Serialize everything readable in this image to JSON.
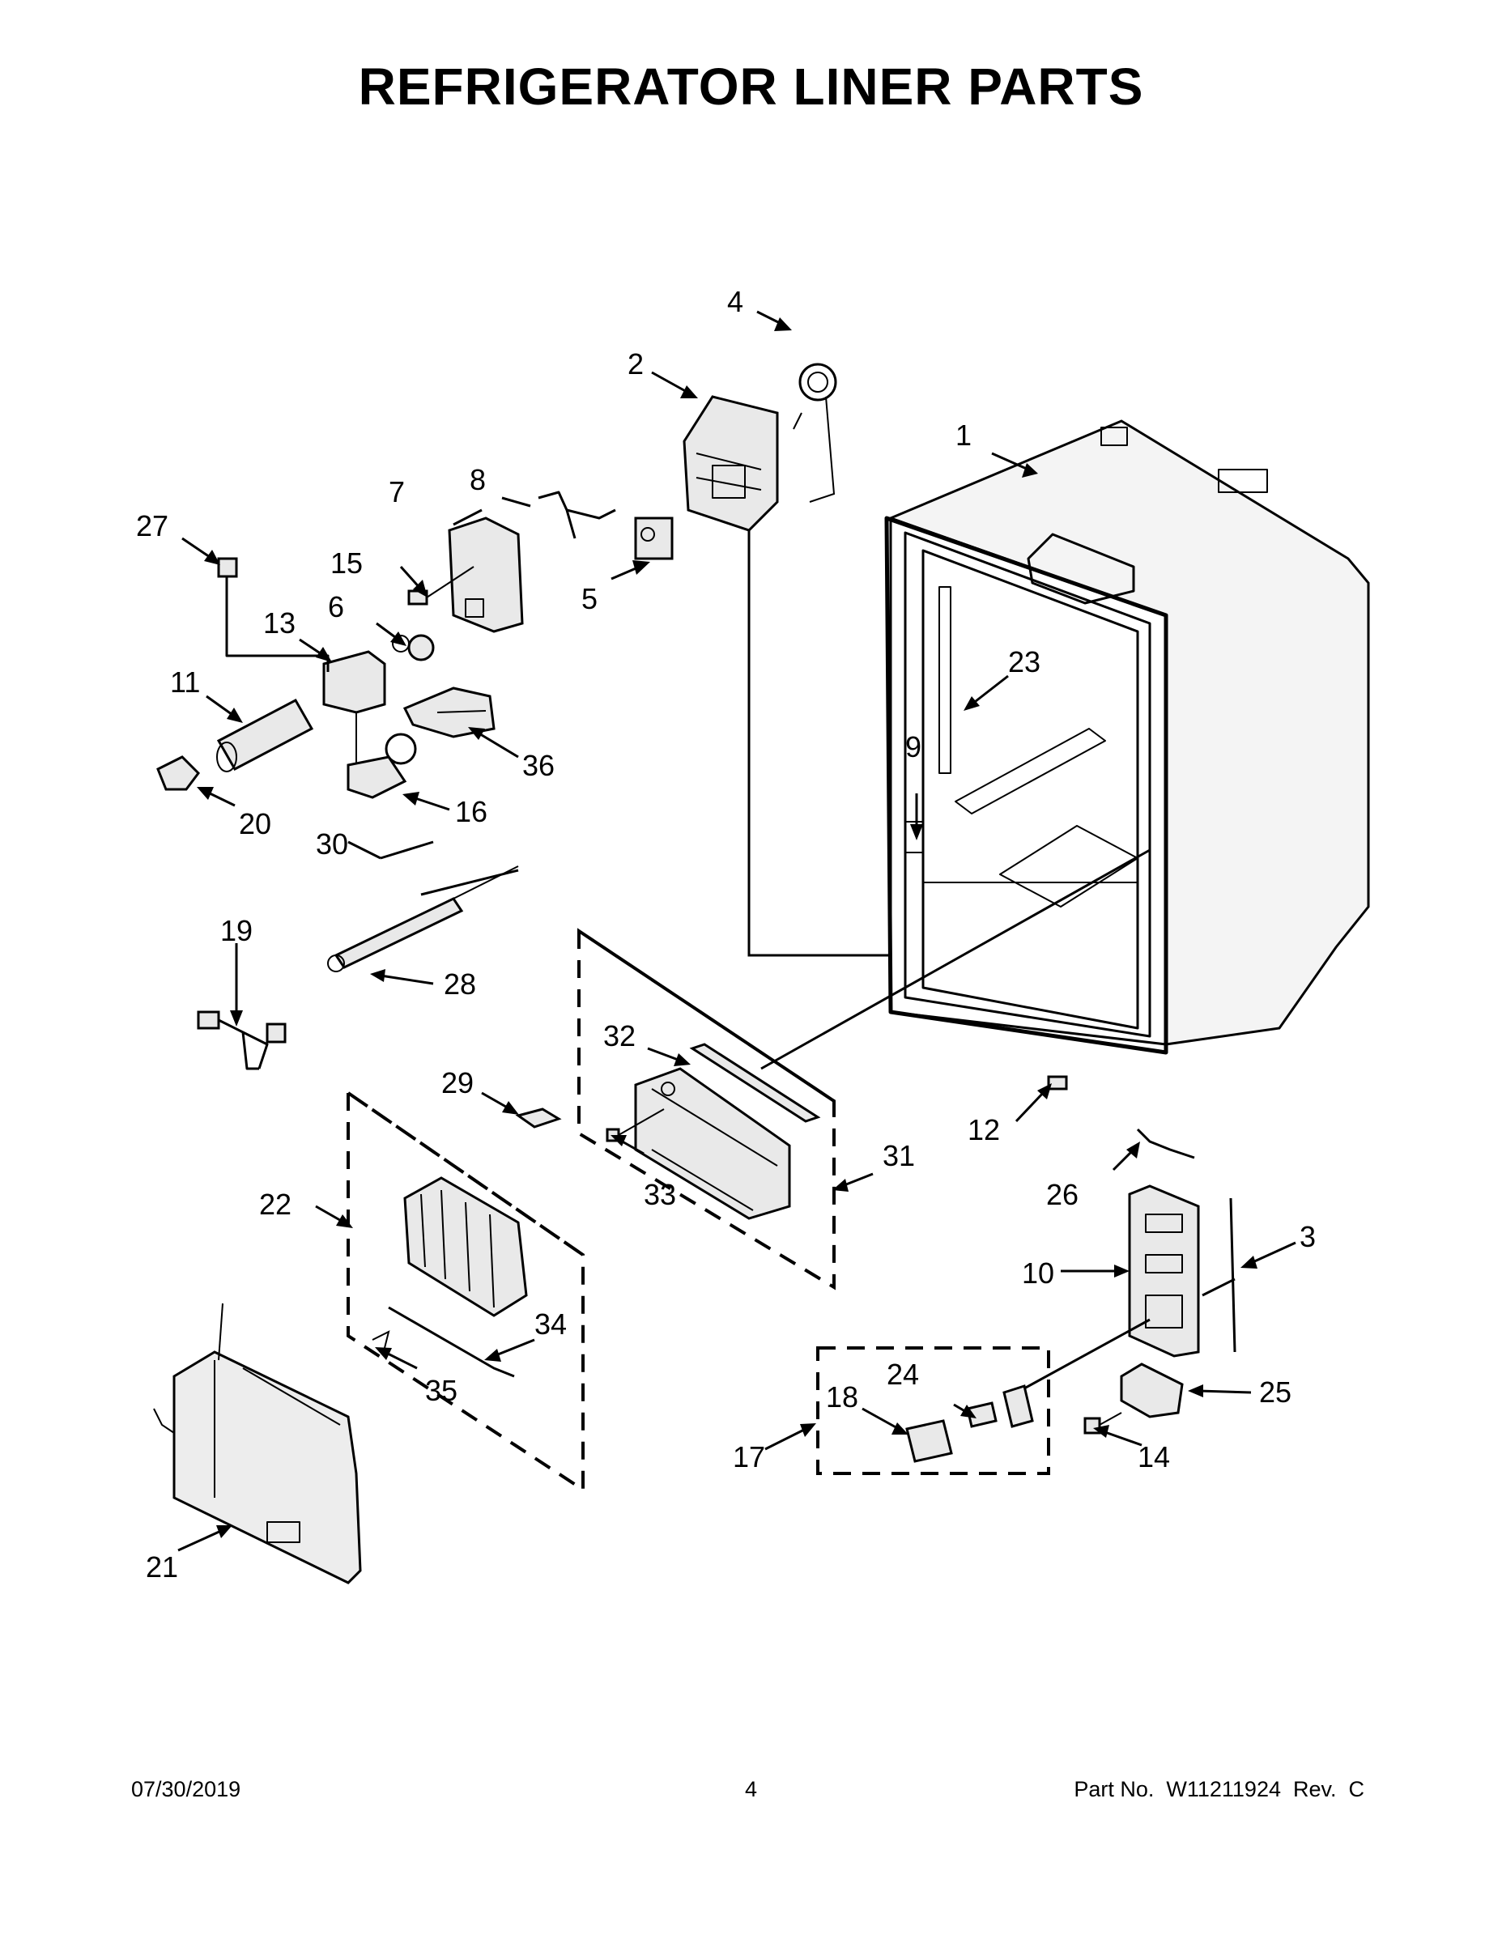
{
  "header": {
    "title": "REFRIGERATOR LINER PARTS"
  },
  "footer": {
    "date": "07/30/2019",
    "page": "4",
    "part_no": "Part No.  W11211924  Rev.  C"
  },
  "callouts": [
    {
      "id": "c1",
      "label": "1"
    },
    {
      "id": "c2",
      "label": "2"
    },
    {
      "id": "c3",
      "label": "3"
    },
    {
      "id": "c4",
      "label": "4"
    },
    {
      "id": "c5",
      "label": "5"
    },
    {
      "id": "c6",
      "label": "6"
    },
    {
      "id": "c7",
      "label": "7"
    },
    {
      "id": "c8",
      "label": "8"
    },
    {
      "id": "c9",
      "label": "9"
    },
    {
      "id": "c10",
      "label": "10"
    },
    {
      "id": "c11",
      "label": "11"
    },
    {
      "id": "c12",
      "label": "12"
    },
    {
      "id": "c13",
      "label": "13"
    },
    {
      "id": "c14",
      "label": "14"
    },
    {
      "id": "c15",
      "label": "15"
    },
    {
      "id": "c16",
      "label": "16"
    },
    {
      "id": "c17",
      "label": "17"
    },
    {
      "id": "c18",
      "label": "18"
    },
    {
      "id": "c19",
      "label": "19"
    },
    {
      "id": "c20",
      "label": "20"
    },
    {
      "id": "c21",
      "label": "21"
    },
    {
      "id": "c22",
      "label": "22"
    },
    {
      "id": "c23",
      "label": "23"
    },
    {
      "id": "c24",
      "label": "24"
    },
    {
      "id": "c25",
      "label": "25"
    },
    {
      "id": "c26",
      "label": "26"
    },
    {
      "id": "c27",
      "label": "27"
    },
    {
      "id": "c28",
      "label": "28"
    },
    {
      "id": "c29",
      "label": "29"
    },
    {
      "id": "c30",
      "label": "30"
    },
    {
      "id": "c31",
      "label": "31"
    },
    {
      "id": "c32",
      "label": "32"
    },
    {
      "id": "c33",
      "label": "33"
    },
    {
      "id": "c34",
      "label": "34"
    },
    {
      "id": "c35",
      "label": "35"
    },
    {
      "id": "c36",
      "label": "36"
    }
  ]
}
